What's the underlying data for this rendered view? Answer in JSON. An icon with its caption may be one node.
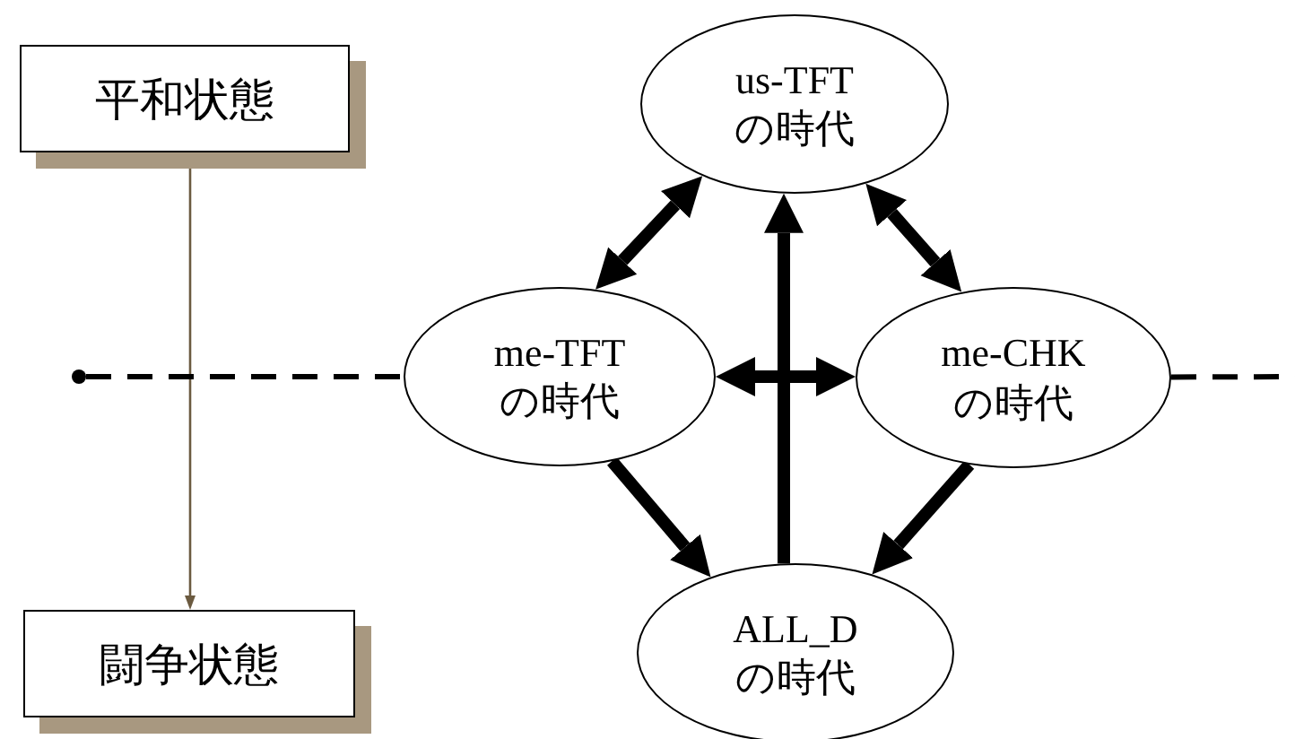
{
  "diagram": {
    "nodes": [
      {
        "text": [
          "平和状態"
        ]
      },
      {
        "text": [
          "us-TFT の時代"
        ]
      },
      {
        "text": [],
        "shape": "circle"
      },
      {
        "text": [
          "me-TFT の時代"
        ]
      },
      {
        "text": [
          "me-CHK の時代"
        ]
      },
      {
        "text": [
          "闘争状態"
        ]
      },
      {
        "text": [
          "ALL_D の時代"
        ]
      }
    ],
    "edges": [
      {
        "from": 0,
        "to": 5,
        "arrow": "both",
        "color": "#6b5a40"
      },
      {
        "from": 1,
        "to": 3,
        "arrow": "both"
      },
      {
        "from": 1,
        "to": 4,
        "arrow": "both"
      },
      {
        "from": 3,
        "to": 4,
        "arrow": "both"
      },
      {
        "from": 6,
        "to": 1,
        "arrow": "to"
      },
      {
        "from": 3,
        "to": 6,
        "arrow": "to"
      },
      {
        "from": 4,
        "to": 6,
        "arrow": "to"
      },
      {
        "from": 2,
        "to": 3,
        "arrow": "none",
        "style": "dashed"
      },
      {
        "from": 4,
        "to": null,
        "arrow": "none",
        "style": "dashed"
      }
    ]
  }
}
